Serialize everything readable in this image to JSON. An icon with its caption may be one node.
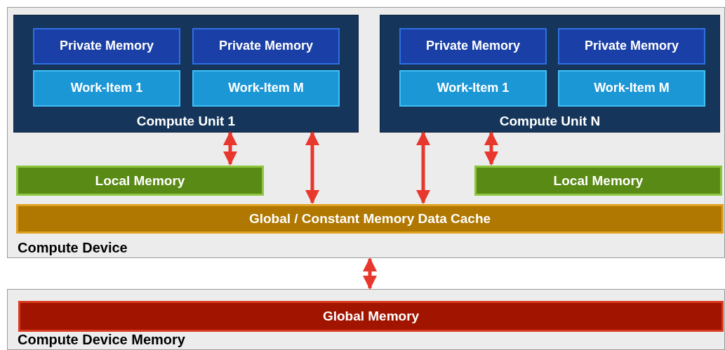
{
  "diagram": {
    "nodes": [
      {
        "text": [
          "Compute Device"
        ]
      },
      {
        "text": [
          "Compute Unit 1"
        ],
        "in": 0
      },
      {
        "text": [
          "Private Memory"
        ],
        "in": 1
      },
      {
        "text": [
          "Private Memory"
        ],
        "in": 1
      },
      {
        "text": [
          "Work-Item 1"
        ],
        "in": 1
      },
      {
        "text": [
          "Work-Item M"
        ],
        "in": 1
      },
      {
        "text": [
          "Compute Unit N"
        ],
        "in": 0
      },
      {
        "text": [
          "Private Memory"
        ],
        "in": 6
      },
      {
        "text": [
          "Private Memory"
        ],
        "in": 6
      },
      {
        "text": [
          "Work-Item 1"
        ],
        "in": 6
      },
      {
        "text": [
          "Work-Item M"
        ],
        "in": 6
      },
      {
        "text": [
          "Local Memory"
        ],
        "in": 0
      },
      {
        "text": [
          "Local Memory"
        ],
        "in": 0
      },
      {
        "text": [
          "Global / Constant Memory Data Cache"
        ],
        "in": 0
      },
      {
        "text": [
          "Compute Device Memory"
        ]
      },
      {
        "text": [
          "Global Memory"
        ],
        "in": 14
      }
    ],
    "edges": [
      {
        "from": 1,
        "to": 11,
        "arrow": "both"
      },
      {
        "from": 1,
        "to": 13,
        "arrow": "both"
      },
      {
        "from": 6,
        "to": 13,
        "arrow": "both"
      },
      {
        "from": 6,
        "to": 12,
        "arrow": "both"
      },
      {
        "from": 0,
        "to": 14,
        "arrow": "both"
      }
    ]
  }
}
